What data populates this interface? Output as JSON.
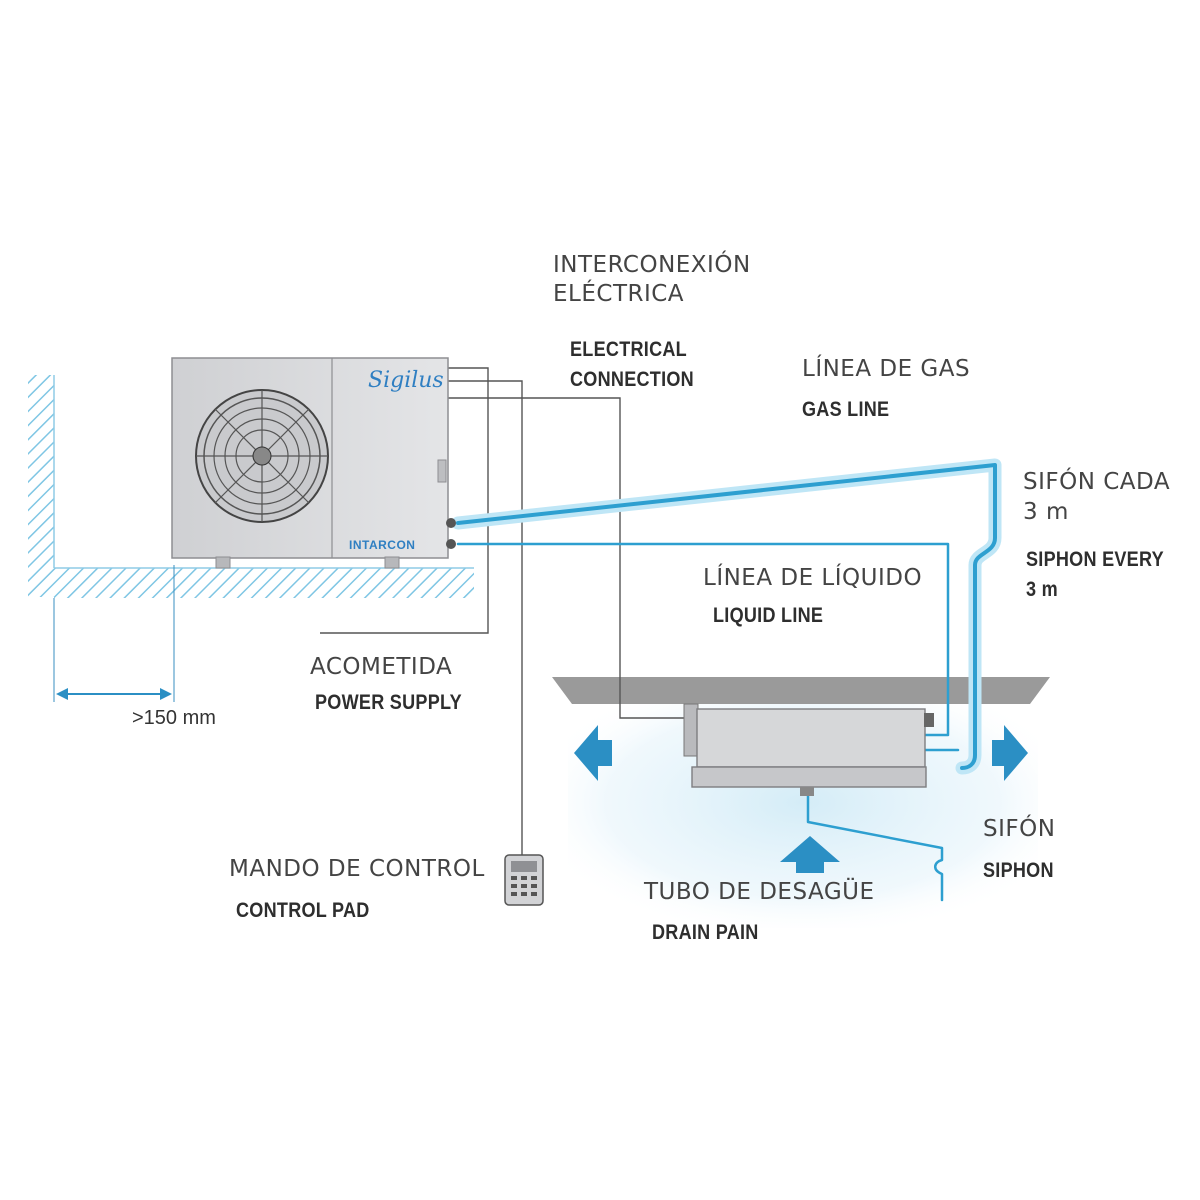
{
  "brand": {
    "model": "Sigilus",
    "manufacturer": "INTARCON"
  },
  "labels": {
    "electrical_es_line1": "INTERCONEXIÓN",
    "electrical_es_line2": "ELÉCTRICA",
    "electrical_en_line1": "ELECTRICAL",
    "electrical_en_line2": "CONNECTION",
    "gas_es": "LÍNEA DE GAS",
    "gas_en": "GAS LINE",
    "siphon_every_es_line1": "SIFÓN CADA",
    "siphon_every_es_line2": "3 m",
    "siphon_every_en_line1": "SIPHON EVERY",
    "siphon_every_en_line2": "3 m",
    "liquid_es": "LÍNEA DE LÍQUIDO",
    "liquid_en": "LIQUID LINE",
    "power_es": "ACOMETIDA",
    "power_en": "POWER SUPPLY",
    "clearance": ">150 mm",
    "control_es": "MANDO DE CONTROL",
    "control_en": "CONTROL PAD",
    "drain_es": "TUBO DE DESAGÜE",
    "drain_en": "DRAIN PAIN",
    "siphon_es": "SIFÓN",
    "siphon_en": "SIPHON"
  },
  "colors": {
    "refrigerant_pipe": "#2d9fd0",
    "pipe_glow": "#bfe6f6",
    "wire": "#555555",
    "unit_body": "#d9d9db",
    "ceiling": "#9a9a9a",
    "airflow": "#2b8fc4",
    "hatch": "#7fc6e4"
  }
}
